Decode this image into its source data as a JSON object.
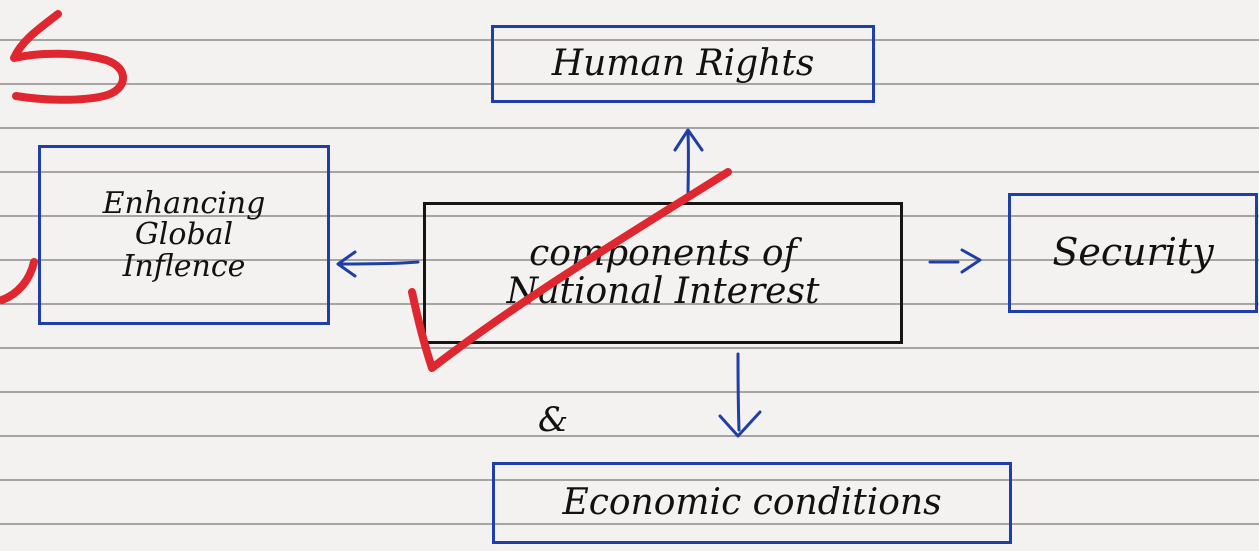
{
  "nodes": {
    "top": {
      "text": "Human Rights"
    },
    "left": {
      "line1": "Enhancing",
      "line2": "Global",
      "line3": "Inflence"
    },
    "center": {
      "line1": "components of",
      "line2": "National Interest"
    },
    "right": {
      "text": "Security"
    },
    "bottom": {
      "text": "Economic conditions"
    }
  },
  "ampersand": "&",
  "colors": {
    "box_border": "#1f3ea6",
    "ink": "#111111",
    "red_mark": "#e0262e"
  },
  "marks": [
    "red-check-mark-icon",
    "red-number-5-icon",
    "red-margin-arc-icon"
  ]
}
